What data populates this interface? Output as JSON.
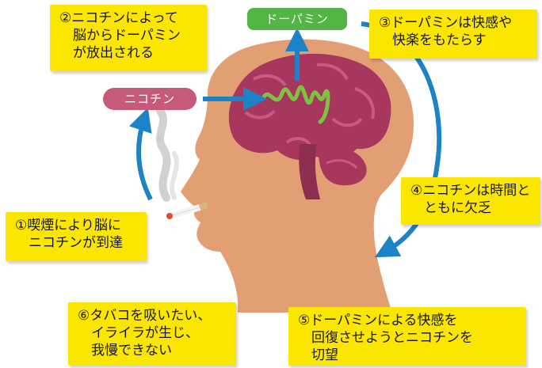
{
  "labels": {
    "nicotine": "ニコチン",
    "dopamine": "ドーパミン"
  },
  "steps": {
    "step1": "①喫煙により脳に\n　ニコチンが到達",
    "step2": "②ニコチンによって\n　脳からドーパミン\n　が放出される",
    "step3": "③ドーパミンは快感や\n　快楽をもたらす",
    "step4": "④ニコチンは時間と\n　ともに欠乏",
    "step5": "⑤ドーパミンによる快感を\n　回復させようとニコチンを\n　切望",
    "step6": "⑥タバコを吸いたい、\n　イライラが生じ、\n　我慢できない"
  },
  "colors": {
    "box": "#fbe600",
    "arrow": "#1c84c6",
    "head": "#e39f74",
    "brain": "#a8375e",
    "brainLight": "#c85a86",
    "nicotinePill": "#c55a7b",
    "dopaminePill": "#53b544",
    "squiggle": "#7ec242"
  }
}
